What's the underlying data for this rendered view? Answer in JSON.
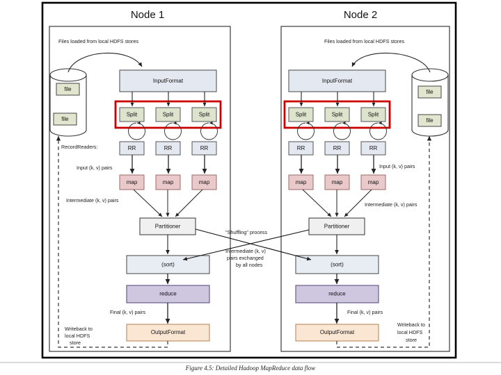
{
  "figure": {
    "caption": "Figure 4.5: Detailed Hadoop MapReduce data flow"
  },
  "colors": {
    "frame": "#000000",
    "inner_border": "#555555",
    "highlight_red": "#cc0000",
    "inputformat_fill": "#e4e8f0",
    "split_fill": "#dde3cd",
    "file_fill": "#e2e6cf",
    "rr_fill": "#e4e8f0",
    "map_fill": "#e9c9c9",
    "partitioner_fill": "#f0f0f0",
    "sort_fill": "#e8ecf3",
    "reduce_fill": "#cfc6e0",
    "outputformat_fill": "#fbe6d4",
    "arrow": "#222222",
    "dashed": "#333333"
  },
  "nodes": [
    {
      "title": "Node 1",
      "hdfs_side": "left",
      "labels": {
        "files_loaded": "Files loaded from local HDFS stores",
        "recordreaders": "RecordReaders:",
        "input_pairs": "Input (k, v) pairs",
        "intermediate_pairs": "Intermediate (k, v) pairs",
        "final_pairs": "Final (k, v) pairs",
        "writeback": [
          "Writeback to",
          "local HDFS",
          "store"
        ]
      },
      "store": {
        "files": [
          "file",
          "file"
        ]
      },
      "stages": {
        "inputformat": "InputFormat",
        "splits": [
          "Split",
          "Split",
          "Split"
        ],
        "readers": [
          "RR",
          "RR",
          "RR"
        ],
        "maps": [
          "map",
          "map",
          "map"
        ],
        "partitioner": "Partitioner",
        "sort": "(sort)",
        "reduce": "reduce",
        "outputformat": "OutputFormat"
      }
    },
    {
      "title": "Node 2",
      "hdfs_side": "right",
      "labels": {
        "files_loaded": "Files loaded from local HDFS stores",
        "recordreaders": "",
        "input_pairs": "Input (k, v) pairs",
        "intermediate_pairs": "Intermediate (k, v) pairs",
        "final_pairs": "Final (k, v) pairs",
        "writeback": [
          "Writeback to",
          "local HDFS",
          "store"
        ]
      },
      "store": {
        "files": [
          "file",
          "file"
        ]
      },
      "stages": {
        "inputformat": "InputFormat",
        "splits": [
          "Split",
          "Split",
          "Split"
        ],
        "readers": [
          "RR",
          "RR",
          "RR"
        ],
        "maps": [
          "map",
          "map",
          "map"
        ],
        "partitioner": "Partitioner",
        "sort": "(sort)",
        "reduce": "reduce",
        "outputformat": "OutputFormat"
      }
    }
  ],
  "shuffle": {
    "title": "\"Shuffling\" process",
    "detail": [
      "Intermediate (k, v)",
      "pairs exchanged",
      "by all nodes"
    ]
  }
}
